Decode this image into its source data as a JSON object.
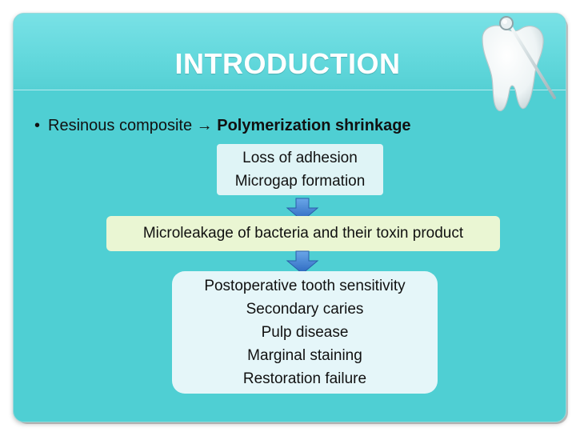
{
  "slide": {
    "title": "INTRODUCTION",
    "bullet": {
      "marker": "•",
      "subject": "Resinous composite",
      "arrow": "→",
      "result": "Polymerization shrinkage"
    },
    "box1": [
      "Loss of adhesion",
      "Microgap formation"
    ],
    "box2": "Microleakage of bacteria and their toxin product",
    "box3": [
      "Postoperative tooth sensitivity",
      "Secondary caries",
      "Pulp disease",
      "Marginal staining",
      "Restoration failure"
    ]
  },
  "colors": {
    "panel": "#4fcfd3",
    "title_text": "#ffffff",
    "box1_bg": "#dff4f6",
    "box2_bg": "#eaf6d3",
    "box3_bg": "#e5f6f9",
    "arrow_fill": "#3f7fd0"
  },
  "icons": [
    "tooth-with-dental-mirror-icon",
    "down-arrow-icon"
  ]
}
